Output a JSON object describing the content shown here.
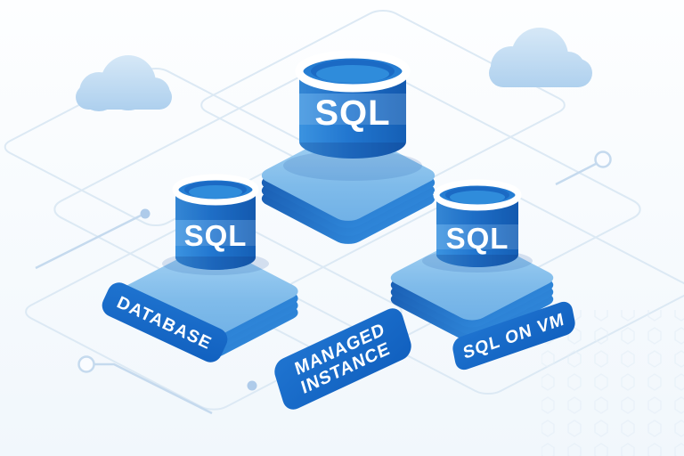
{
  "scene": {
    "items": [
      {
        "name": "database",
        "cylinder_text": "SQL",
        "label": "DATABASE"
      },
      {
        "name": "managed-instance",
        "cylinder_text": "SQL",
        "label_line1": "MANAGED",
        "label_line2": "INSTANCE"
      },
      {
        "name": "sql-on-vm",
        "cylinder_text": "SQL",
        "label": "SQL ON VM"
      }
    ],
    "colors": {
      "background": "#f8fbfe",
      "grid_line": "#dce9f4",
      "circuit_line": "#c5daee",
      "cloud_top": "#d3e6f6",
      "cloud_bottom": "#aed0ee",
      "platform_top": "#8cc3ee",
      "platform_side": "#2174ca",
      "cylinder_light": "#3b93e0",
      "cylinder_dark": "#155fb5",
      "cylinder_rim": "#ffffff",
      "label_background": "#1766c8",
      "label_text": "#ffffff"
    }
  }
}
